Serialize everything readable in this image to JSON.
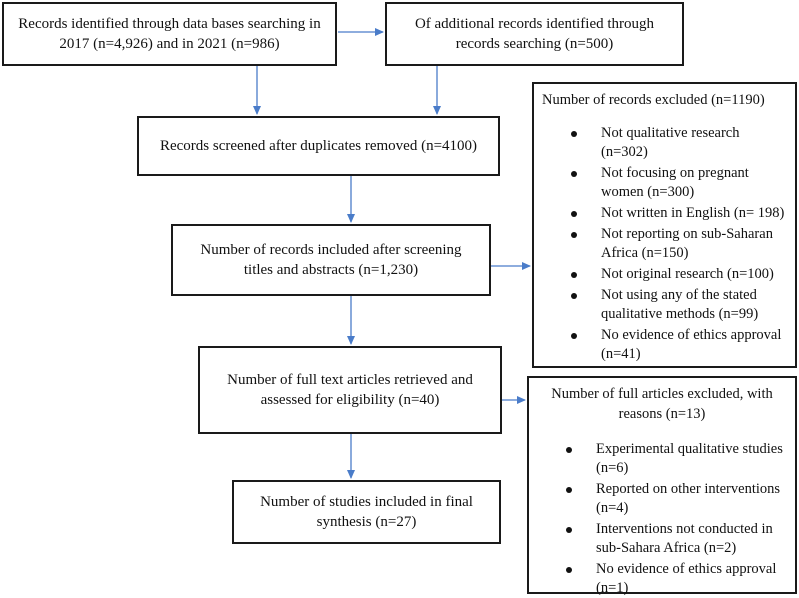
{
  "boxes": {
    "identified": "Records identified through data bases searching in 2017 (n=4,926) and in 2021 (n=986)",
    "additional": "Of additional records identified through records searching (n=500)",
    "screened": "Records screened after duplicates removed (n=4100)",
    "included_after_screening": "Number of records included after screening titles and abstracts (n=1,230)",
    "full_text": "Number of full text articles retrieved and assessed for eligibility (n=40)",
    "final_synthesis": "Number of studies included in final synthesis (n=27)"
  },
  "excluded_records": {
    "heading": "Number of records excluded (n=1190)",
    "items": [
      "Not qualitative research (n=302)",
      "Not focusing on pregnant women (n=300)",
      "Not written in English (n= 198)",
      "Not reporting on sub-Saharan Africa (n=150)",
      "Not original research (n=100)",
      "Not using any of the stated qualitative methods (n=99)",
      "No evidence of ethics approval (n=41)"
    ]
  },
  "excluded_full": {
    "heading": "Number of full articles excluded, with reasons (n=13)",
    "items": [
      "Experimental qualitative studies (n=6)",
      "Reported on other interventions (n=4)",
      "Interventions not conducted in sub-Sahara Africa (n=2)",
      "No evidence of ethics approval (n=1)"
    ]
  },
  "colors": {
    "arrow": "#4a7cc9",
    "border": "#1a1a1a"
  }
}
